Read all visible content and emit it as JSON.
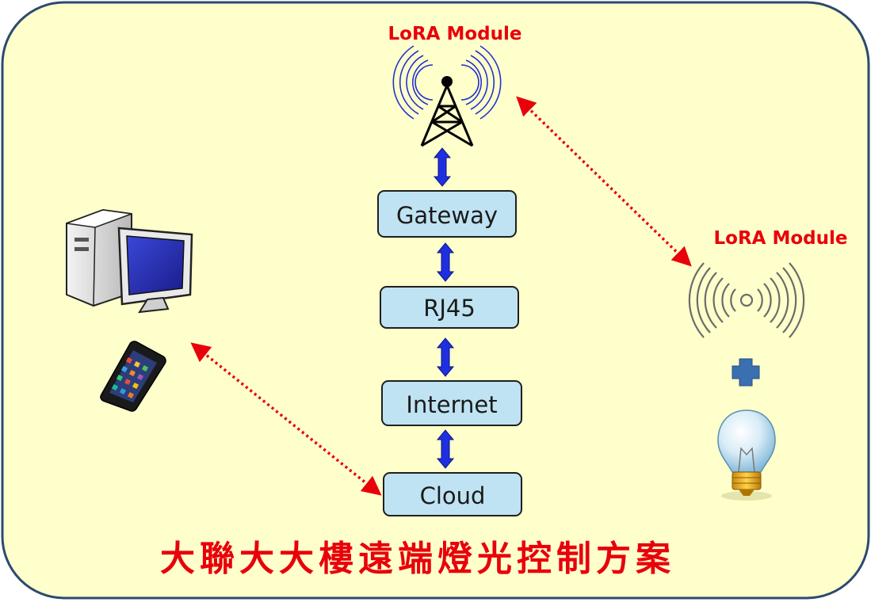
{
  "diagram": {
    "title": "大聯大大樓遠端燈光控制方案",
    "top_module_label": "LoRA Module",
    "right_module_label": "LoRA Module",
    "boxes": {
      "gateway": "Gateway",
      "rj45": "RJ45",
      "internet": "Internet",
      "cloud": "Cloud"
    },
    "icons": {
      "tower": "antenna-tower-icon",
      "wireless": "wireless-signal-icon",
      "plus": "plus-icon",
      "bulb": "light-bulb-icon",
      "computer": "desktop-computer-icon",
      "phone": "smartphone-icon"
    },
    "colors": {
      "panel_fill": "#FFFFCC",
      "panel_border": "#2B4A6F",
      "box_fill": "#BFE3F2",
      "box_border": "#1F1F1F",
      "blue_arrow": "#1F2FE0",
      "red": "#E8000B",
      "plus": "#3A6FB0"
    }
  }
}
